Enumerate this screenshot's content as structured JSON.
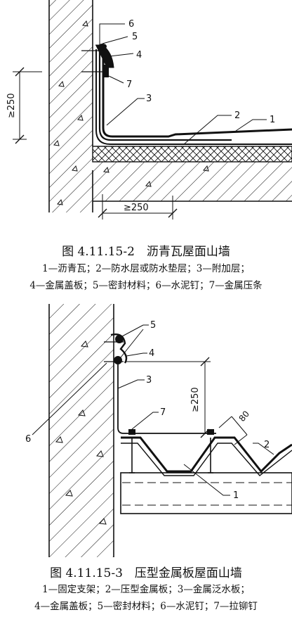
{
  "figure1": {
    "caption": "图 4.11.15-2　沥青瓦屋面山墙",
    "legend_line1": "1—沥青瓦；2—防水层或防水垫层；3—附加层；",
    "legend_line2": "4—金属盖板；5—密封材料；6—水泥钉；7—金属压条",
    "callouts": [
      "6",
      "5",
      "4",
      "7",
      "3",
      "2",
      "1"
    ],
    "dim_vertical": "≥250",
    "dim_horizontal": "≥250"
  },
  "figure2": {
    "caption": "图 4.11.15-3　压型金属板屋面山墙",
    "legend_line1": "1—固定支架；2—压型金属板；3—金属泛水板；",
    "legend_line2": "4—金属盖板；5—密封材料；6—水泥钉；7—拉铆钉",
    "callouts": [
      "5",
      "4",
      "3",
      "7",
      "6",
      "2",
      "1"
    ],
    "dim_vertical": "≥250",
    "dim_slant": "80"
  }
}
